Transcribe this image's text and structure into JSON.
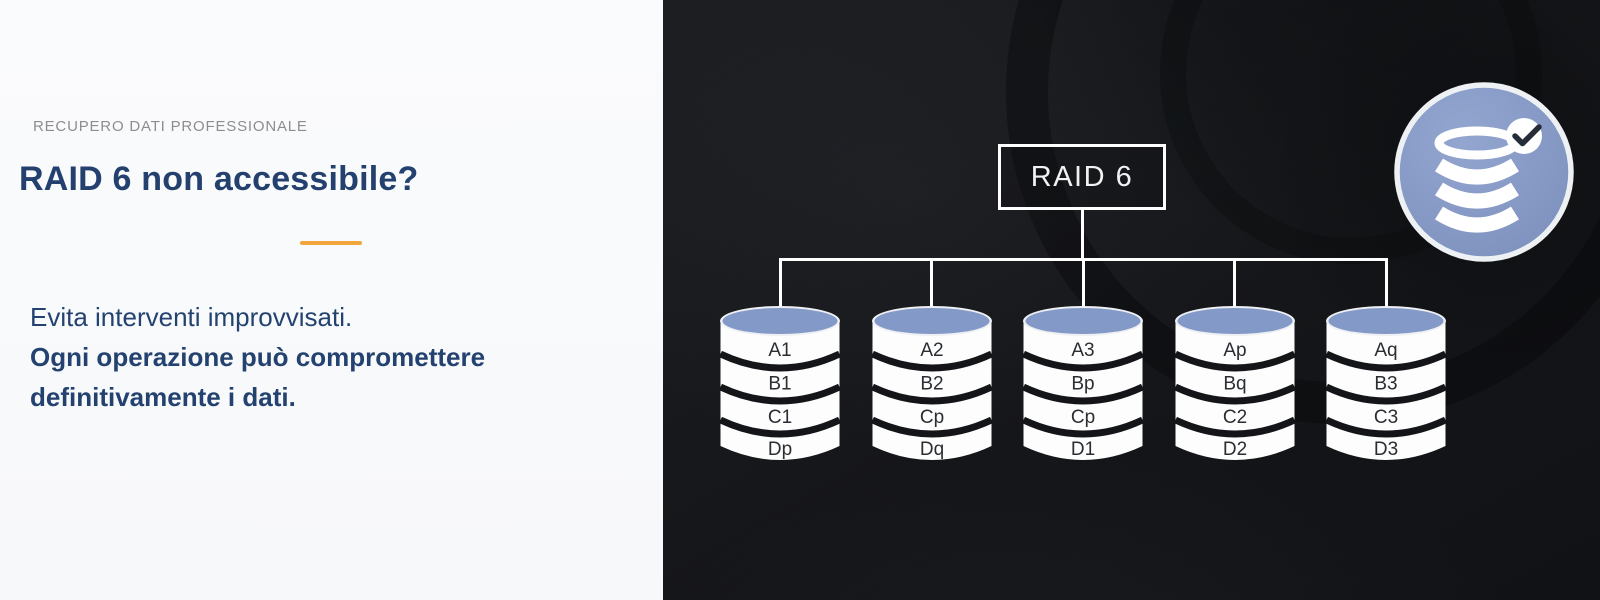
{
  "left_panel": {
    "eyebrow": "RECUPERO DATI PROFESSIONALE",
    "heading": "RAID 6 non accessibile?",
    "body_regular": "Evita interventi improvvisati.",
    "body_bold": "Ogni operazione può compromettere definitivamente i dati.",
    "accent_color": "#f0a63d",
    "heading_color": "#23406e",
    "body_color": "#24426f",
    "eyebrow_color": "#8d8d8d"
  },
  "diagram": {
    "title": "RAID 6",
    "line_color": "#ffffff",
    "disk_top_color": "#8399c8",
    "disks": [
      {
        "blocks": [
          "A1",
          "B1",
          "C1",
          "Dp"
        ]
      },
      {
        "blocks": [
          "A2",
          "B2",
          "Cp",
          "Dq"
        ]
      },
      {
        "blocks": [
          "A3",
          "Bp",
          "Cp",
          "D1"
        ]
      },
      {
        "blocks": [
          "Ap",
          "Bq",
          "C2",
          "D2"
        ]
      },
      {
        "blocks": [
          "Aq",
          "B3",
          "C3",
          "D3"
        ]
      }
    ]
  },
  "badge": {
    "icon": "database-check-icon",
    "background_color": "#8297c3",
    "check_color": "#272d38"
  }
}
